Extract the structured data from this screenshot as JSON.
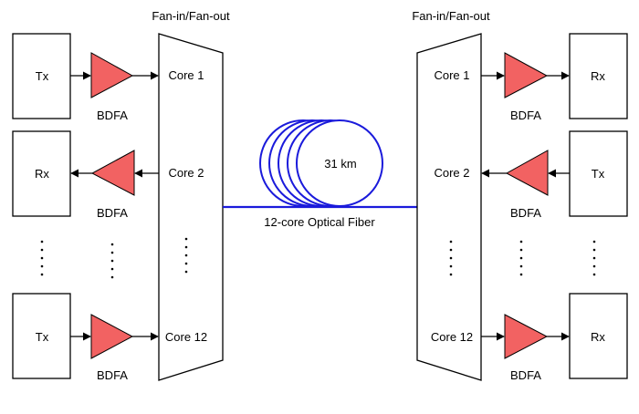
{
  "left_panel": {
    "title": "Fan-in/Fan-out",
    "cores": [
      "Core 1",
      "Core 2",
      "Core 12"
    ],
    "terminals": [
      "Tx",
      "Rx",
      "Tx"
    ],
    "amplifiers": [
      "BDFA",
      "BDFA",
      "BDFA"
    ]
  },
  "right_panel": {
    "title": "Fan-in/Fan-out",
    "cores": [
      "Core 1",
      "Core 2",
      "Core 12"
    ],
    "terminals": [
      "Rx",
      "Tx",
      "Rx"
    ],
    "amplifiers": [
      "BDFA",
      "BDFA",
      "BDFA"
    ]
  },
  "fiber": {
    "label": "12-core Optical Fiber",
    "length": "31 km",
    "color": "#1a1adb"
  },
  "colors": {
    "amplifier_fill": "#f26262",
    "outline": "#000000"
  }
}
